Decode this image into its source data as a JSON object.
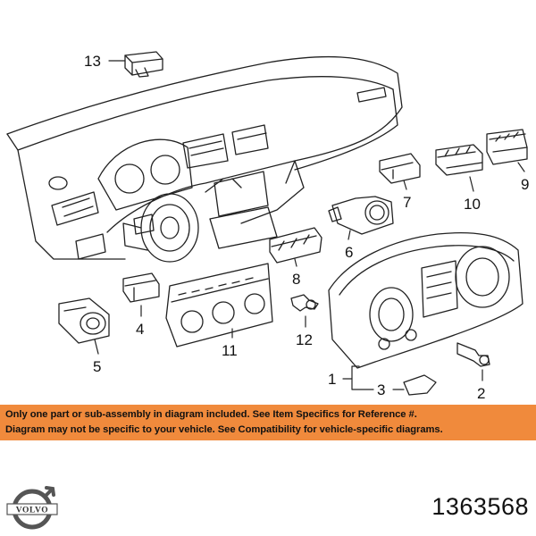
{
  "diagram": {
    "callouts": [
      "13",
      "9",
      "10",
      "7",
      "6",
      "8",
      "4",
      "5",
      "11",
      "12",
      "1",
      "3",
      "2"
    ]
  },
  "banner": {
    "color": "#f08a3c",
    "line1": "Only one part or sub-assembly in diagram included. See Item Specifics for Reference #.",
    "line2": "Diagram may not be specific to your vehicle. See Compatibility for vehicle-specific diagrams."
  },
  "brand": {
    "logo_text": "VOLVO",
    "icon": "volvo-logo-icon"
  },
  "part_number": "1363568"
}
